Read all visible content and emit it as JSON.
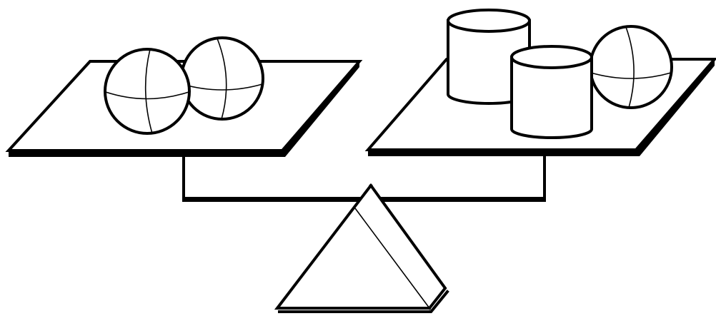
{
  "figure": {
    "left_pan": {
      "items": [
        {
          "shape": "sphere"
        },
        {
          "shape": "sphere"
        }
      ]
    },
    "right_pan": {
      "items": [
        {
          "shape": "cylinder"
        },
        {
          "shape": "cylinder"
        },
        {
          "shape": "sphere"
        }
      ]
    },
    "fulcrum": {
      "shape": "triangular-prism"
    },
    "colors": {
      "line": "#000000",
      "fill": "#ffffff"
    }
  }
}
